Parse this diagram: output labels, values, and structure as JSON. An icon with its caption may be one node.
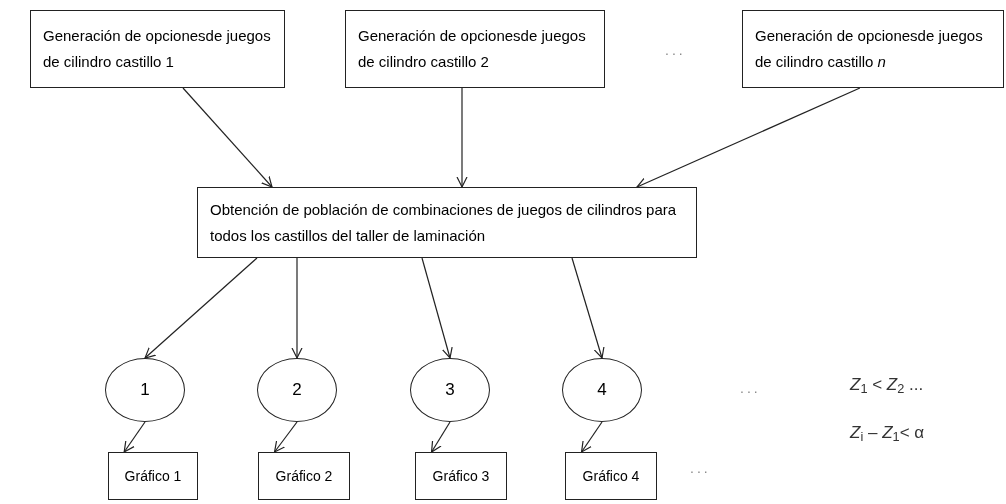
{
  "diagram": {
    "nodes": [
      {
        "text": [
          "Generación de opcionesde juegos de cilindro castillo 1"
        ]
      },
      {
        "text": [
          "Generación de opcionesde juegos de cilindro castillo 2"
        ]
      },
      {
        "text": [
          "Generación de opcionesde juegos de cilindro castillo *n*"
        ]
      },
      {
        "text": [
          "Obtención de población de combinaciones de juegos de cilindros para todos los castillos del taller de laminación"
        ]
      },
      {
        "text": [
          "1"
        ]
      },
      {
        "text": [
          "2"
        ]
      },
      {
        "text": [
          "3"
        ]
      },
      {
        "text": [
          "4"
        ]
      },
      {
        "text": [
          "Gráfico 1"
        ]
      },
      {
        "text": [
          "Gráfico 2"
        ]
      },
      {
        "text": [
          "Gráfico 3"
        ]
      },
      {
        "text": [
          "Gráfico 4"
        ]
      }
    ],
    "edges": [
      {
        "from": 0,
        "to": 3,
        "arrow": "to"
      },
      {
        "from": 1,
        "to": 3,
        "arrow": "to"
      },
      {
        "from": 2,
        "to": 3,
        "arrow": "to"
      },
      {
        "from": 3,
        "to": 4,
        "arrow": "to"
      },
      {
        "from": 3,
        "to": 5,
        "arrow": "to"
      },
      {
        "from": 3,
        "to": 6,
        "arrow": "to"
      },
      {
        "from": 3,
        "to": 7,
        "arrow": "to"
      },
      {
        "from": 4,
        "to": 8,
        "arrow": "to"
      },
      {
        "from": 5,
        "to": 9,
        "arrow": "to"
      },
      {
        "from": 6,
        "to": 10,
        "arrow": "to"
      },
      {
        "from": 7,
        "to": 11,
        "arrow": "to"
      }
    ],
    "labels": [
      "...",
      "...",
      "*Z*$_{1}$ < *Z*$_{2}$ ...",
      "*Z*$_{i}$ – *Z*$_{1}$< α",
      "..."
    ]
  }
}
